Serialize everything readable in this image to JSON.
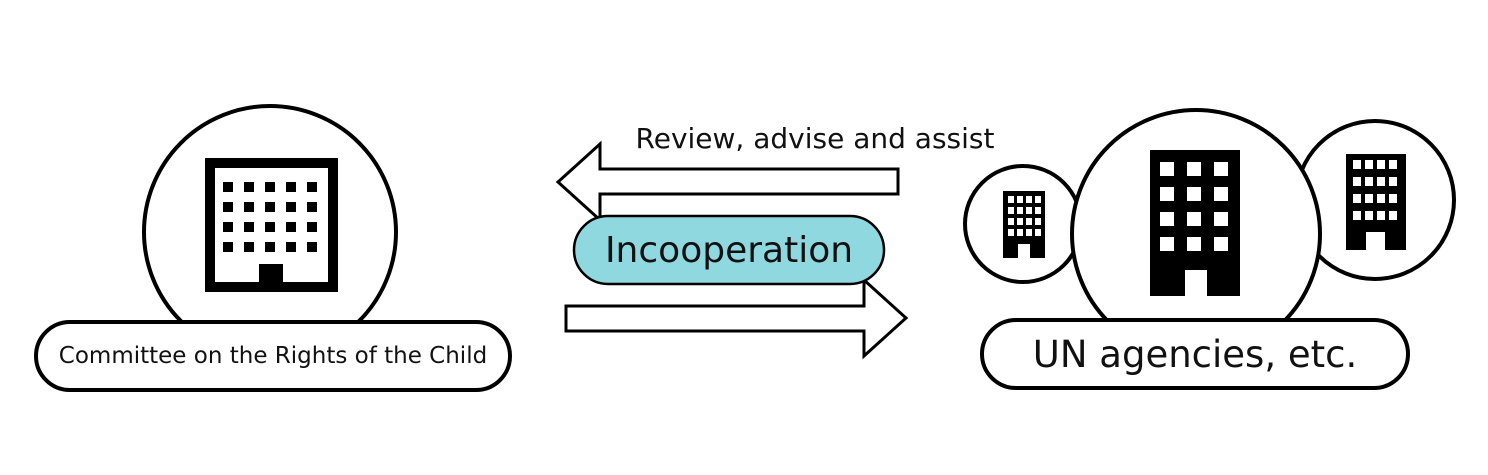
{
  "left_entity": {
    "label": "Committee on the Rights of the Child",
    "icon": "office-building-icon"
  },
  "right_entity": {
    "label": "UN agencies, etc.",
    "icon": "office-building-icon"
  },
  "relation": {
    "top_arrow_label": "Review, advise and assist",
    "badge_label": "Incooperation"
  },
  "colors": {
    "badge_fill": "#8fd8e0",
    "stroke": "#000000",
    "background": "#ffffff"
  }
}
